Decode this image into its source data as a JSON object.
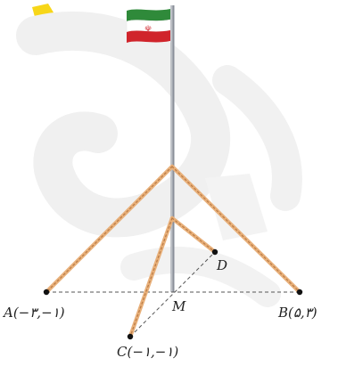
{
  "diagram": {
    "points": {
      "A": {
        "label": "A(−۳,−۱)"
      },
      "B": {
        "label": "B(۵,۳)"
      },
      "C": {
        "label": "C(−۱,−۱)"
      },
      "D": {
        "label": "D"
      },
      "M": {
        "label": "M"
      }
    },
    "flag_emblem": "☫"
  },
  "colors": {
    "rope": "#e8b07a",
    "rope_stitch": "#b97a45",
    "pole": "#8a8f99",
    "dashed": "#555555",
    "dot": "#111111",
    "watermark_yellow": "#f7d200",
    "watermark_gray": "#efefef",
    "flag_green": "#2f8a3a",
    "flag_white": "#ffffff",
    "flag_red": "#d0242b"
  },
  "icons": {
    "flag": "iran-flag-icon",
    "watermark": "watermark-logo"
  }
}
